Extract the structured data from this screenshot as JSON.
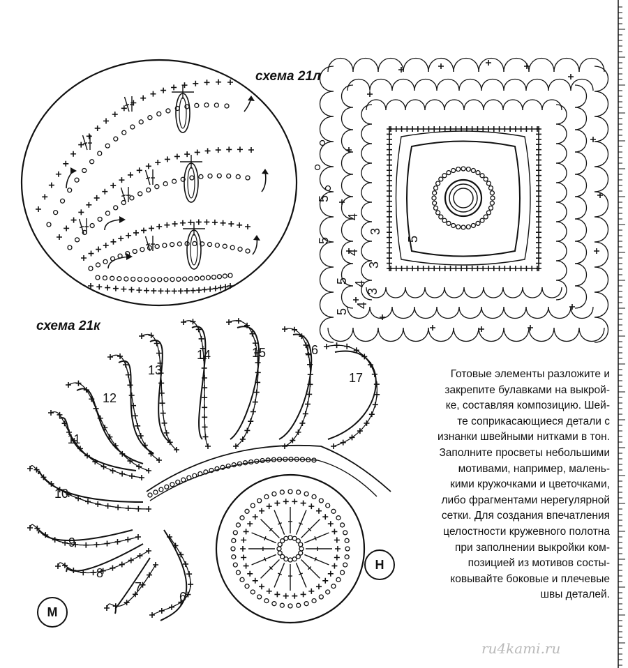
{
  "labels": {
    "scheme_l": "схема 21л",
    "scheme_k": "схема 21к",
    "marker_m": "М",
    "marker_n": "Н"
  },
  "leaf_numbers": [
    "6",
    "7",
    "8",
    "9",
    "10",
    "11",
    "12",
    "13",
    "14",
    "15",
    "16",
    "17"
  ],
  "motif_numbers": [
    "3",
    "4",
    "5",
    "3",
    "4",
    "5",
    "3",
    "4",
    "5",
    "4",
    "5",
    "5"
  ],
  "instructions": {
    "lines": [
      "Готовые элементы разложите и",
      "закрепите булавками на выкрой-",
      "ке, составляя композицию. Шей-",
      "те соприкасающиеся детали с",
      "изнанки швейными нитками в тон.",
      "Заполните просветы небольшими",
      "мотивами, например, малень-",
      "кими кружочками и цветочками,",
      "либо фрагментами нерегулярной",
      "сетки. Для создания впечатления",
      "целостности кружевного полотна",
      "при заполнении выкройки ком-",
      "позицией из мотивов состы-",
      "ковывайте боковые и плечевые",
      "швы деталей."
    ]
  },
  "watermark": "ru4kami.ru",
  "colors": {
    "ink": "#111111",
    "paper": "#ffffff",
    "watermark": "#b9b9b9"
  }
}
